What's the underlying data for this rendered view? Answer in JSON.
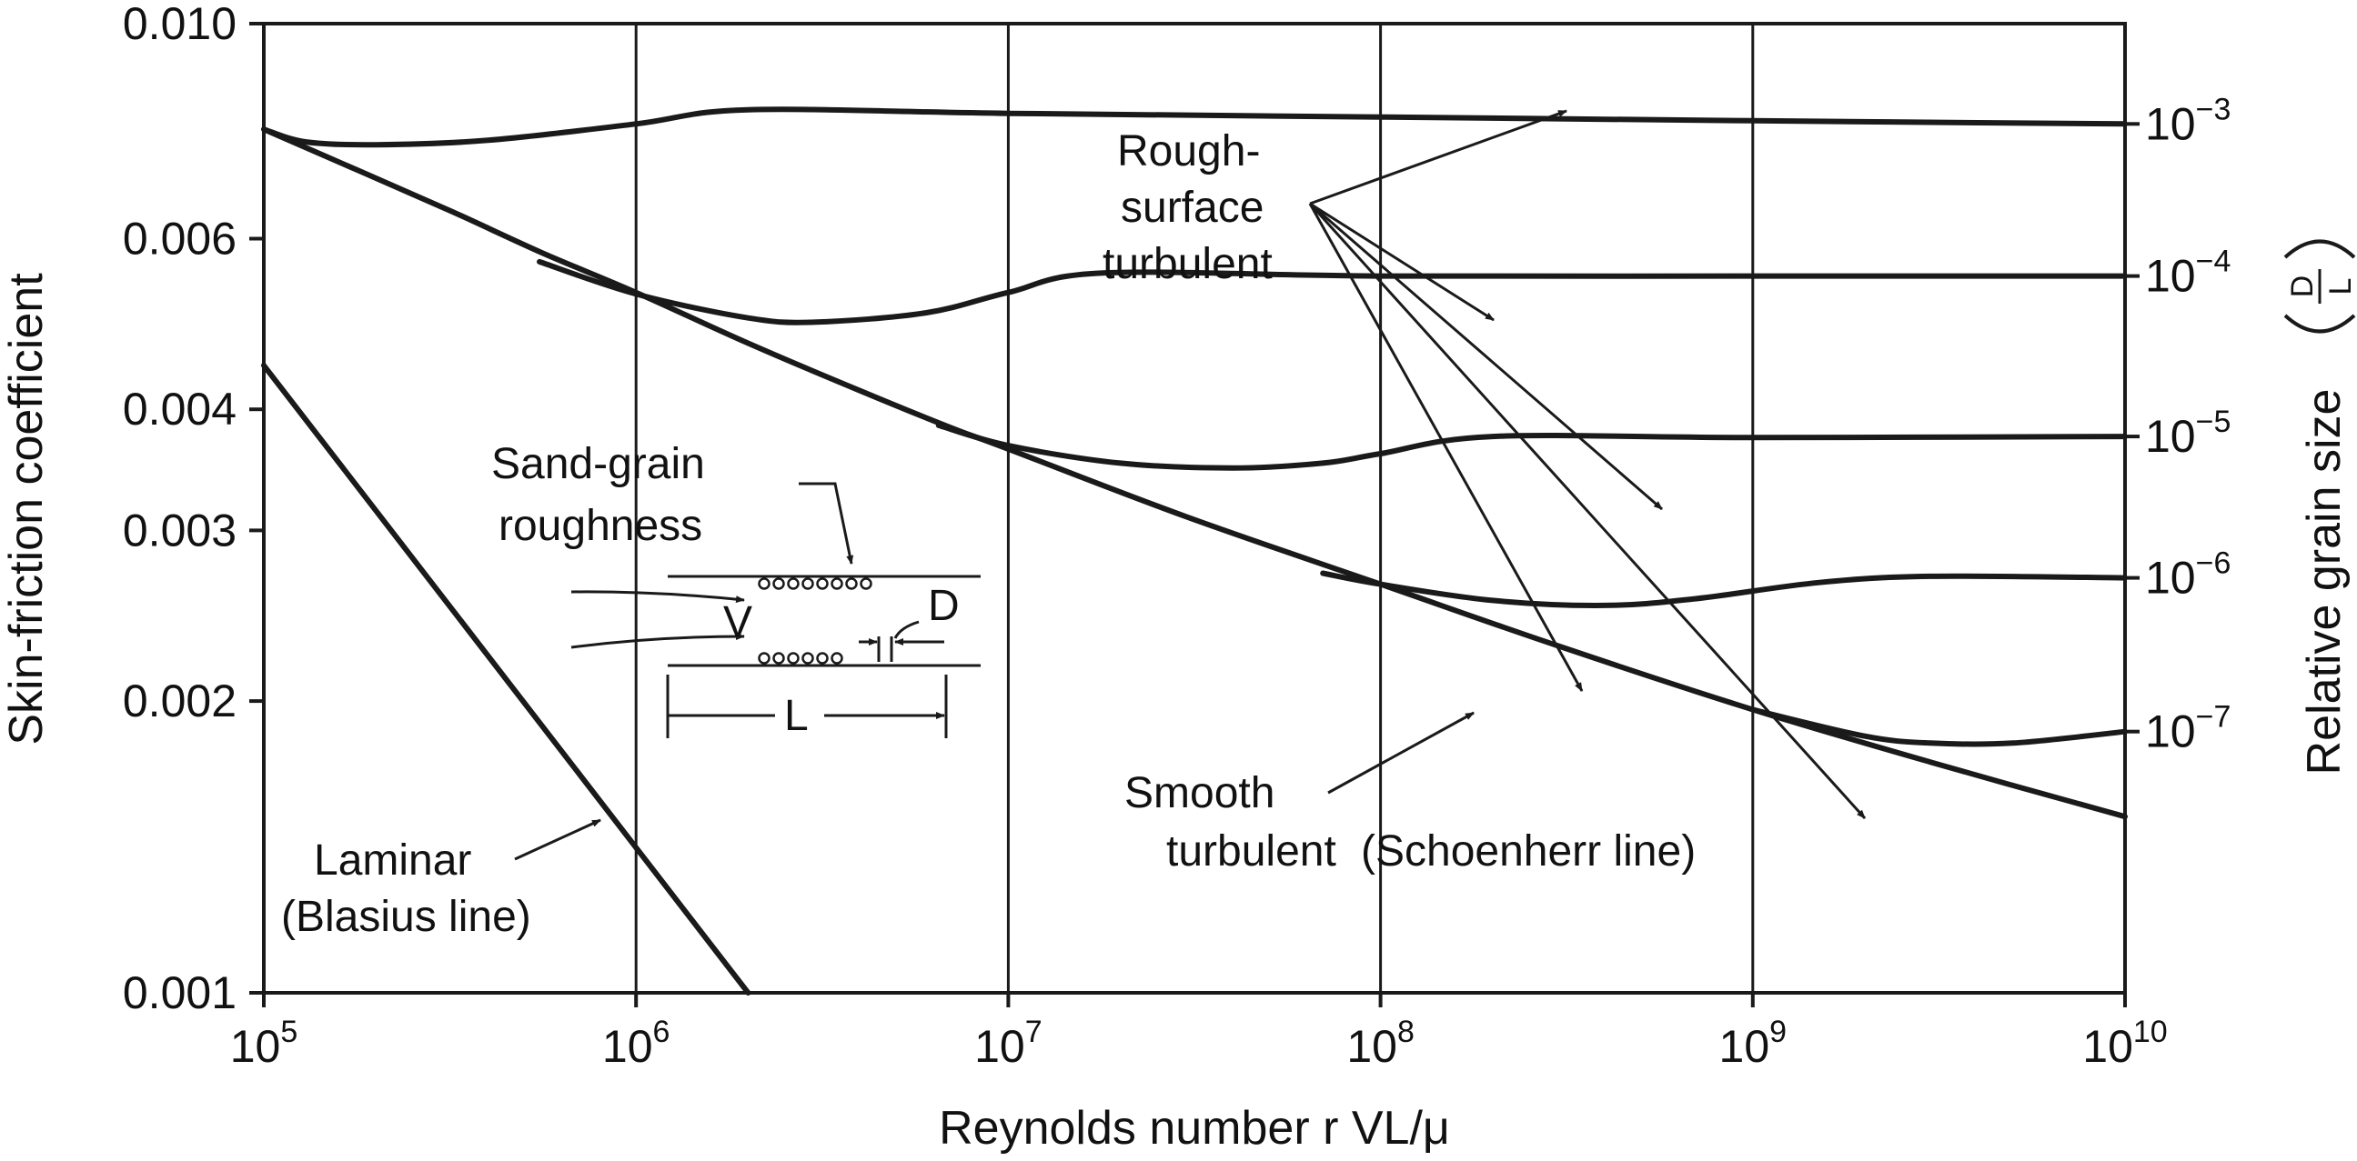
{
  "chart_data": {
    "type": "line",
    "xlabel": "Reynolds number r VL/μ",
    "ylabel": "Skin-friction coefficient",
    "y2label": "Relative grain size",
    "y2label_fraction": {
      "numerator": "D",
      "denominator": "L"
    },
    "x_scale": "log",
    "y_scale": "log",
    "xlim": [
      100000,
      10000000000
    ],
    "ylim": [
      0.001,
      0.01
    ],
    "grid": "vertical",
    "x_ticks": [
      {
        "base": "10",
        "exp": "5",
        "value": 100000
      },
      {
        "base": "10",
        "exp": "6",
        "value": 1000000
      },
      {
        "base": "10",
        "exp": "7",
        "value": 10000000
      },
      {
        "base": "10",
        "exp": "8",
        "value": 100000000
      },
      {
        "base": "10",
        "exp": "9",
        "value": 1000000000
      },
      {
        "base": "10",
        "exp": "10",
        "value": 10000000000
      }
    ],
    "y_ticks": [
      {
        "label": "0.010",
        "value": 0.01
      },
      {
        "label": "0.006",
        "value": 0.006
      },
      {
        "label": "0.004",
        "value": 0.004
      },
      {
        "label": "0.003",
        "value": 0.003
      },
      {
        "label": "0.002",
        "value": 0.002
      },
      {
        "label": "0.001",
        "value": 0.001
      }
    ],
    "series": [
      {
        "name": "Laminar (Blasius line)",
        "label_type": "laminar",
        "points": [
          [
            100000,
            0.00444
          ],
          [
            2000000,
            0.001
          ]
        ]
      },
      {
        "name": "Smooth turbulent (Schoenherr line)",
        "label_type": "smooth",
        "points": [
          [
            100000,
            0.00778
          ],
          [
            180000,
            0.00705
          ],
          [
            320000,
            0.0064
          ],
          [
            560000,
            0.0058
          ],
          [
            1000000,
            0.00528
          ],
          [
            2000000,
            0.00468
          ],
          [
            4000000,
            0.00418
          ],
          [
            7000000,
            0.00383
          ],
          [
            10000000,
            0.00364
          ],
          [
            30000000,
            0.0031
          ],
          [
            100000000,
            0.00264
          ],
          [
            300000000,
            0.00228
          ],
          [
            1000000000,
            0.00196
          ],
          [
            3000000000,
            0.00173
          ],
          [
            10000000000,
            0.00152
          ]
        ]
      },
      {
        "label_type": "rough",
        "grain": {
          "base": "10",
          "exp": "−3"
        },
        "points": [
          [
            100000,
            0.00778
          ],
          [
            130000,
            0.00755
          ],
          [
            200000,
            0.0075
          ],
          [
            400000,
            0.00758
          ],
          [
            1000000,
            0.00788
          ],
          [
            2000000,
            0.00815
          ],
          [
            10000000,
            0.00808
          ],
          [
            100000000,
            0.00801
          ],
          [
            1000000000,
            0.00794
          ],
          [
            10000000000,
            0.00788
          ]
        ]
      },
      {
        "label_type": "rough",
        "grain": {
          "base": "10",
          "exp": "−4"
        },
        "points": [
          [
            550000,
            0.00568
          ],
          [
            1000000,
            0.00526
          ],
          [
            2000000,
            0.00497
          ],
          [
            3000000,
            0.00492
          ],
          [
            6000000,
            0.00503
          ],
          [
            10000000,
            0.00528
          ],
          [
            18000000,
            0.00553
          ],
          [
            100000000,
            0.00549
          ],
          [
            1000000000,
            0.00549
          ],
          [
            10000000000,
            0.00549
          ]
        ]
      },
      {
        "label_type": "rough",
        "grain": {
          "base": "10",
          "exp": "−5"
        },
        "points": [
          [
            6500000,
            0.00385
          ],
          [
            10000000,
            0.00367
          ],
          [
            20000000,
            0.00352
          ],
          [
            40000000,
            0.00348
          ],
          [
            70000000,
            0.00352
          ],
          [
            100000000,
            0.0036
          ],
          [
            200000000,
            0.00375
          ],
          [
            1000000000,
            0.00374
          ],
          [
            10000000000,
            0.00375
          ]
        ]
      },
      {
        "label_type": "rough",
        "grain": {
          "base": "10",
          "exp": "−6"
        },
        "points": [
          [
            70000000,
            0.00271
          ],
          [
            100000000,
            0.00264
          ],
          [
            200000000,
            0.00254
          ],
          [
            400000000,
            0.00251
          ],
          [
            700000000,
            0.00255
          ],
          [
            1500000000,
            0.00265
          ],
          [
            3000000000,
            0.00269
          ],
          [
            10000000000,
            0.00268
          ]
        ]
      },
      {
        "label_type": "rough",
        "grain": {
          "base": "10",
          "exp": "−7"
        },
        "points": [
          [
            1000000000,
            0.00196
          ],
          [
            2000000000,
            0.00184
          ],
          [
            3000000000,
            0.00181
          ],
          [
            5000000000,
            0.00181
          ],
          [
            10000000000,
            0.00186
          ]
        ]
      }
    ],
    "annotations": {
      "rough": [
        "Rough-",
        "surface",
        "turbulent"
      ],
      "smooth": [
        "Smooth",
        "turbulent"
      ],
      "schoenherr": "(Schoenherr line)",
      "laminar": [
        "Laminar",
        "(Blasius line)"
      ],
      "sand": [
        "Sand-grain",
        "roughness"
      ],
      "inset_v": "V",
      "inset_d": "D",
      "inset_l": "L"
    }
  }
}
